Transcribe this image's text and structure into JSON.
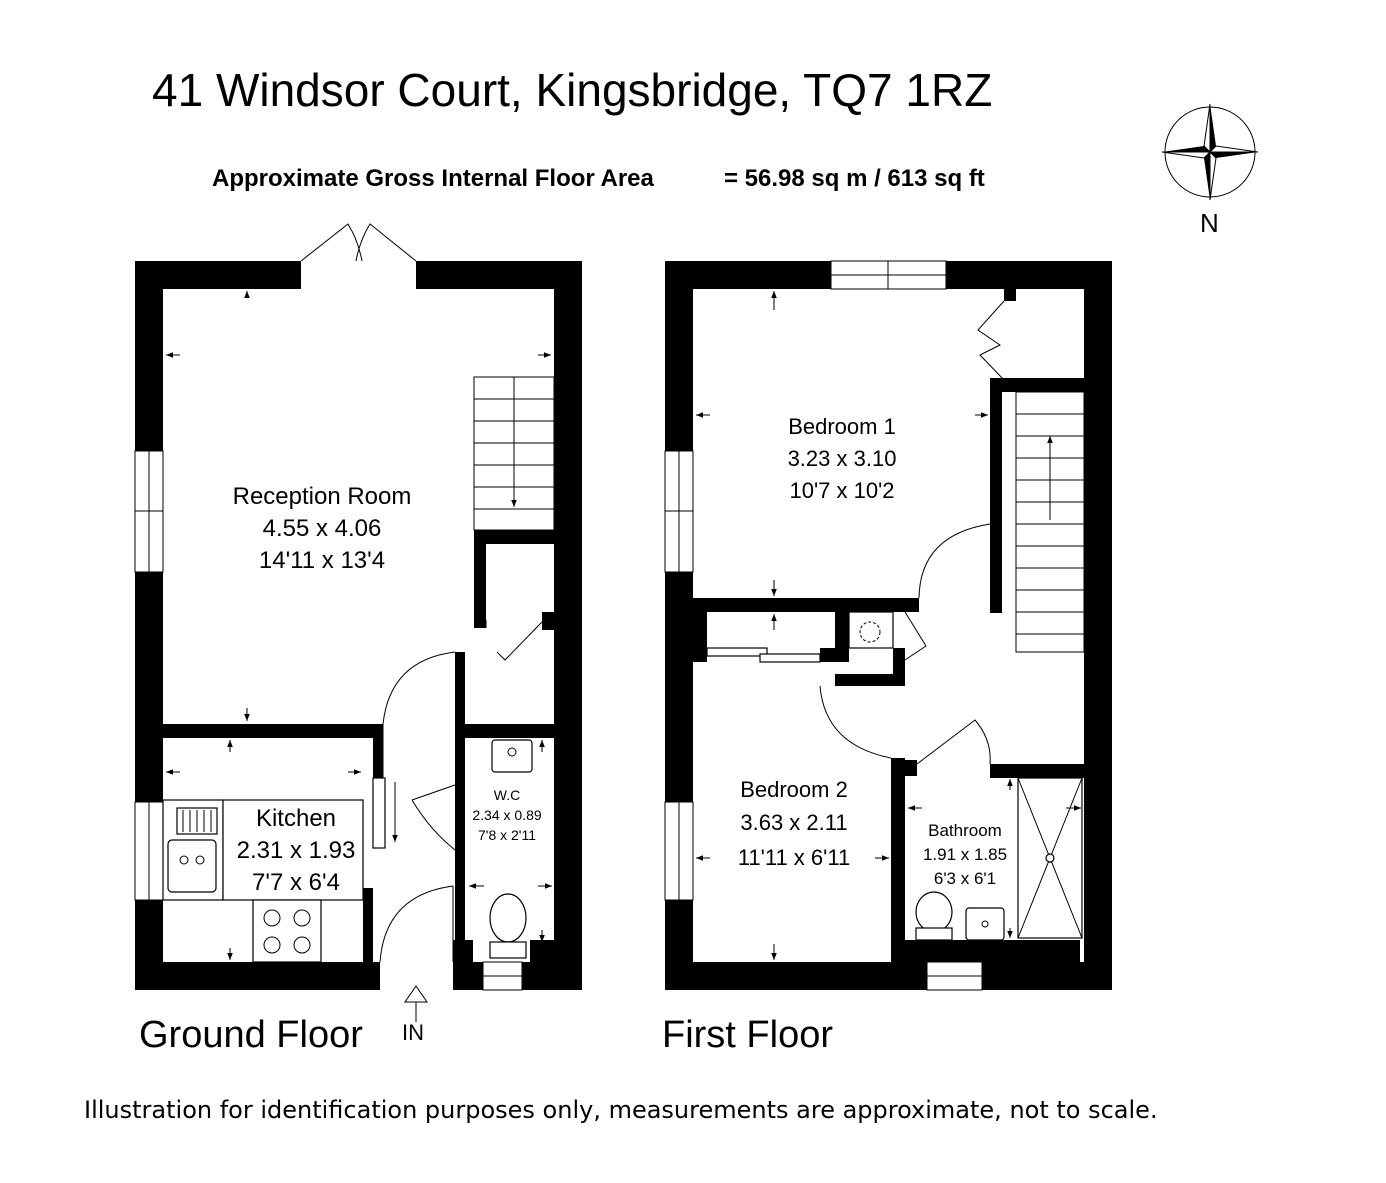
{
  "header": {
    "title": "41 Windsor Court, Kingsbridge, TQ7 1RZ",
    "area_label": "Approximate Gross Internal Floor Area",
    "area_value": "= 56.98 sq m  / 613 sq ft"
  },
  "compass": {
    "label": "N",
    "icon": "compass-rose-icon"
  },
  "ground_floor": {
    "label": "Ground Floor",
    "entrance_label": "IN",
    "rooms": [
      {
        "name": "Reception Room",
        "metric": "4.55 x 4.06",
        "imperial": "14'11 x 13'4"
      },
      {
        "name": "Kitchen",
        "metric": "2.31 x 1.93",
        "imperial": "7'7 x 6'4"
      },
      {
        "name": "W.C",
        "metric": "2.34 x 0.89",
        "imperial": "7'8 x 2'11"
      }
    ]
  },
  "first_floor": {
    "label": "First Floor",
    "rooms": [
      {
        "name": "Bedroom 1",
        "metric": "3.23 x 3.10",
        "imperial": "10'7 x 10'2"
      },
      {
        "name": "Bedroom 2",
        "metric": "3.63 x 2.11",
        "imperial": "11'11 x 6'11"
      },
      {
        "name": "Bathroom",
        "metric": "1.91 x 1.85",
        "imperial": "6'3 x 6'1"
      }
    ]
  },
  "footer": {
    "disclaimer": "Illustration for identification purposes only, measurements are approximate, not to scale."
  }
}
